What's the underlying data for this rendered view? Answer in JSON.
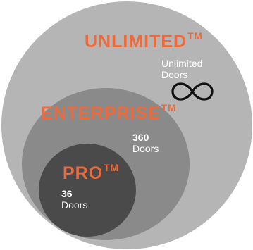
{
  "tiers": {
    "unlimited": {
      "name": "UNLIMITED",
      "trademark": "TM",
      "doors_count": "Unlimited",
      "doors_label": "Doors",
      "symbol_icon": "infinity-icon"
    },
    "enterprise": {
      "name": "ENTERPRISE",
      "trademark": "TM",
      "doors_count": "360",
      "doors_label": "Doors"
    },
    "pro": {
      "name": "PRO",
      "trademark": "TM",
      "doors_count": "36",
      "doors_label": "Doors"
    }
  },
  "colors": {
    "accent": "#ec6a3b",
    "unlimited_fill": "#b5b5b5",
    "enterprise_fill": "#8a8a8a",
    "pro_fill": "#4a4a4a",
    "text_light": "#ffffff",
    "icon_stroke": "#111111"
  }
}
